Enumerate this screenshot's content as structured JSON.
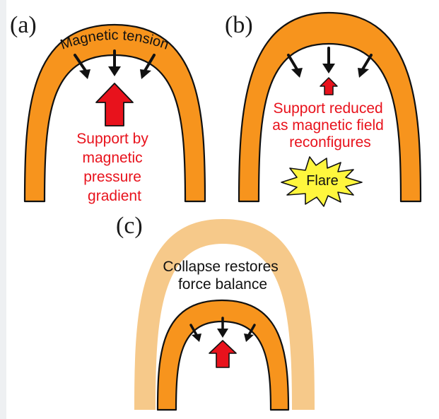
{
  "colors": {
    "loop": "#f7941d",
    "loop_faded": "#f6c98a",
    "outline": "#111111",
    "support_arrow": "#e8121c",
    "support_text": "#e8121c",
    "flare_fill": "#fff63d"
  },
  "panel_a": {
    "label": "(a)",
    "tension_label": "Magnetic tension",
    "support_lines": [
      "Support by",
      "magnetic",
      "pressure",
      "gradient"
    ]
  },
  "panel_b": {
    "label": "(b)",
    "support_lines": [
      "Support reduced",
      "as magnetic field",
      "reconfigures"
    ],
    "flare_label": "Flare"
  },
  "panel_c": {
    "label": "(c)",
    "collapse_lines": [
      "Collapse restores",
      "force balance"
    ]
  }
}
